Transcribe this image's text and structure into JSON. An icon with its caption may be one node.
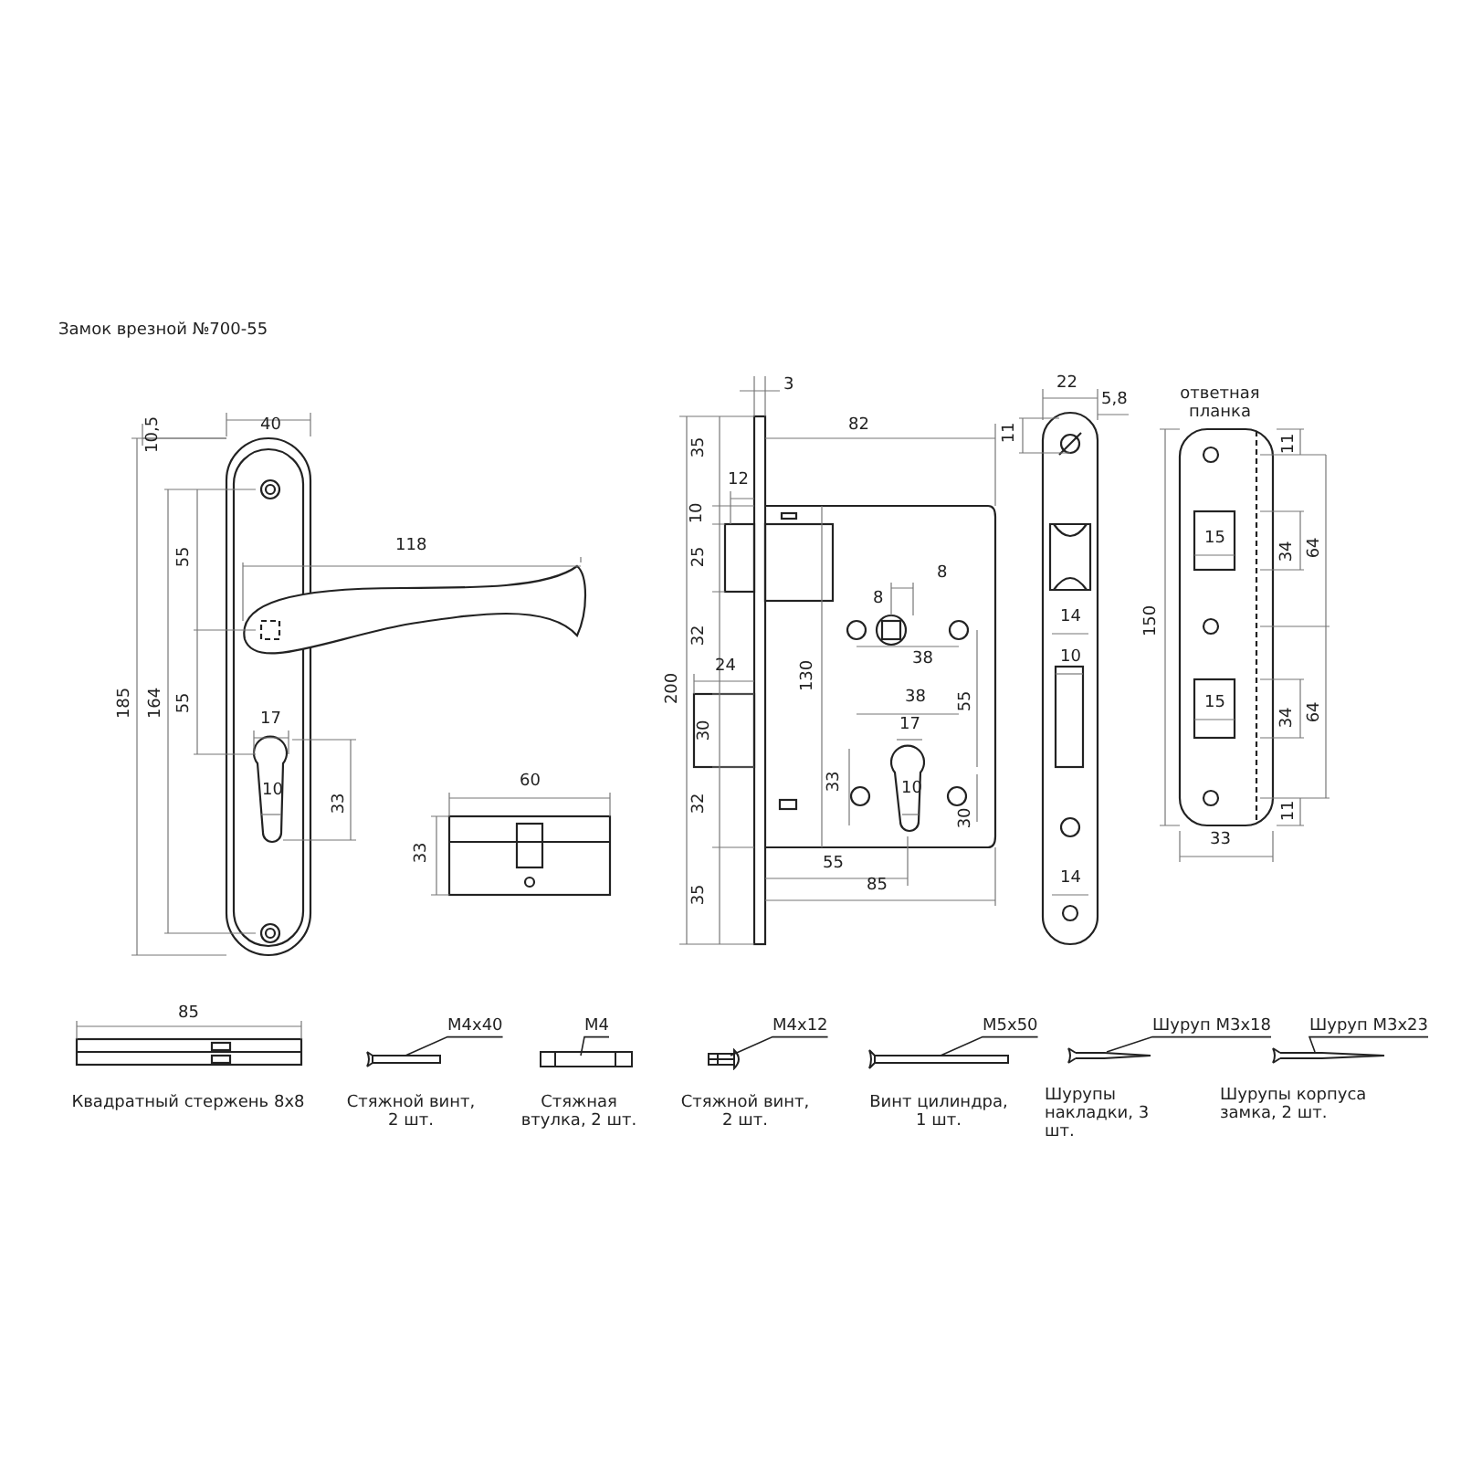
{
  "diagram": {
    "title": "Замок врезной №700-55",
    "nodes": [
      {
        "text": [
          "M4x40"
        ]
      },
      {
        "text": [],
        "shape": "picture",
        "beside": [
          "Стяжной винт, 2 шт."
        ]
      },
      {
        "text": [
          "M4"
        ]
      },
      {
        "text": [],
        "shape": "picture",
        "beside": [
          "Стяжная втулка, 2 шт."
        ]
      },
      {
        "text": [
          "M4x12"
        ]
      },
      {
        "text": [],
        "shape": "picture",
        "beside": [
          "Стяжной винт, 2 шт."
        ]
      },
      {
        "text": [
          "M5x50"
        ]
      },
      {
        "text": [],
        "shape": "picture",
        "beside": [
          "Винт цилиндра, 1 шт."
        ]
      },
      {
        "text": [
          "Шуруп M3x18"
        ]
      },
      {
        "text": [],
        "shape": "picture",
        "beside": [
          "Шурупы накладки, 3 шт."
        ]
      },
      {
        "text": [
          "Шуруп M3x23"
        ]
      },
      {
        "text": [],
        "shape": "picture",
        "beside": [
          "Шурупы корпуса замка, 2 шт."
        ]
      }
    ],
    "edges": [
      {
        "from": 0,
        "to": 1,
        "arrow": "none"
      },
      {
        "from": 2,
        "to": 3,
        "arrow": "none"
      },
      {
        "from": 4,
        "to": 5,
        "arrow": "none"
      },
      {
        "from": 6,
        "to": 7,
        "arrow": "none"
      },
      {
        "from": 8,
        "to": 9,
        "arrow": "none"
      },
      {
        "from": 10,
        "to": 11,
        "arrow": "none"
      }
    ],
    "labels": [
      "10,5",
      "40",
      "55",
      "118",
      "185",
      "164",
      "55",
      "17",
      "10",
      "33",
      "60",
      "33",
      "3",
      "35",
      "82",
      "22",
      "5,8",
      "ответная планка",
      "11",
      "11",
      "12",
      "10",
      "25",
      "15",
      "34",
      "64",
      "8",
      "8",
      "150",
      "14",
      "32",
      "38",
      "10",
      "24",
      "200",
      "130",
      "38",
      "55",
      "15",
      "34",
      "64",
      "17",
      "30",
      "33",
      "10",
      "11",
      "32",
      "30",
      "33",
      "55",
      "85",
      "14",
      "35",
      "85",
      "Квадратный стержень 8x8"
    ]
  }
}
